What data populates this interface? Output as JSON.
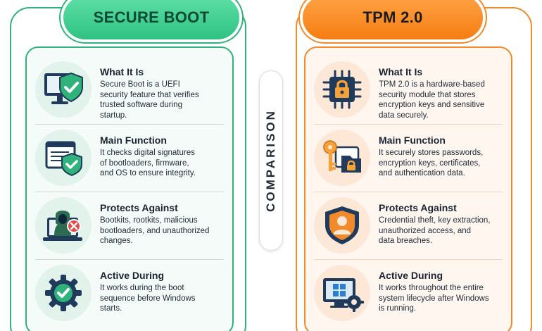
{
  "secure_boot": {
    "heading": "SECURE BOOT",
    "sections": [
      {
        "title": "What It Is",
        "lines": [
          "Secure Boot is a UEFI",
          "security feature that verifies",
          "trusted software during",
          "startup."
        ],
        "icon": "monitor-shield-icon"
      },
      {
        "title": "Main Function",
        "lines": [
          "It checks digital signatures",
          "of bootloaders, firmware,",
          "and OS to ensure integrity."
        ],
        "icon": "document-shield-icon"
      },
      {
        "title": "Protects Against",
        "lines": [
          "Bootkits, rootkits, malicious",
          "bootloaders, and unauthorized",
          "changes."
        ],
        "icon": "hacker-laptop-icon"
      },
      {
        "title": "Active During",
        "lines": [
          "It works during the boot",
          "sequence before Windows",
          "starts."
        ],
        "icon": "gear-check-icon"
      }
    ]
  },
  "comparison_label": "COMPARISON",
  "tpm": {
    "heading": "TPM 2.0",
    "sections": [
      {
        "title": "What It Is",
        "lines": [
          "TPM 2.0 is a hardware-based",
          "security module that stores",
          "encryption keys and sensitive",
          "data securely."
        ],
        "icon": "chip-lock-icon"
      },
      {
        "title": "Main Function",
        "lines": [
          "It securely stores passwords,",
          "encryption keys, certificates,",
          "and authentication data."
        ],
        "icon": "key-folder-icon"
      },
      {
        "title": "Protects Against",
        "lines": [
          "Credential theft, key extraction,",
          "unauthorized access, and",
          "data breaches."
        ],
        "icon": "user-shield-icon"
      },
      {
        "title": "Active During",
        "lines": [
          "It works throughout the entire",
          "system lifecycle after Windows",
          "is running."
        ],
        "icon": "windows-gear-icon"
      }
    ]
  },
  "colors": {
    "green_accent": "#2fb37b",
    "orange_accent": "#f08a2a",
    "navy": "#1f3a5a"
  }
}
